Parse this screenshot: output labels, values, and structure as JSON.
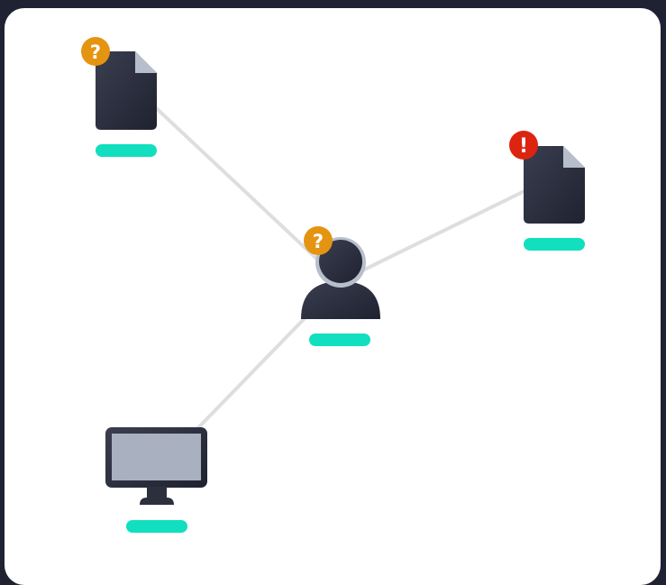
{
  "colors": {
    "background": "#1f2233",
    "canvas": "#ffffff",
    "edge": "#dedede",
    "node_dark": "#2c2f3d",
    "node_fold": "#b8bfcc",
    "screen": "#a9b1c0",
    "label_pill": "#11dfbf",
    "badge_warning": "#e59411",
    "badge_alert": "#dd2410",
    "badge_glyph": "#ffffff"
  },
  "nodes": [
    {
      "id": "document-1",
      "type": "document",
      "icon": "document-icon",
      "badge": "question",
      "badge_text": "?",
      "label": ""
    },
    {
      "id": "document-2",
      "type": "document",
      "icon": "document-icon",
      "badge": "alert",
      "badge_text": "!",
      "label": ""
    },
    {
      "id": "user",
      "type": "user",
      "icon": "user-icon",
      "badge": "question",
      "badge_text": "?",
      "label": ""
    },
    {
      "id": "computer",
      "type": "computer",
      "icon": "monitor-icon",
      "badge": "",
      "badge_text": "",
      "label": ""
    }
  ],
  "edges": [
    {
      "from": "user",
      "to": "document-1"
    },
    {
      "from": "user",
      "to": "document-2"
    },
    {
      "from": "user",
      "to": "computer"
    }
  ]
}
